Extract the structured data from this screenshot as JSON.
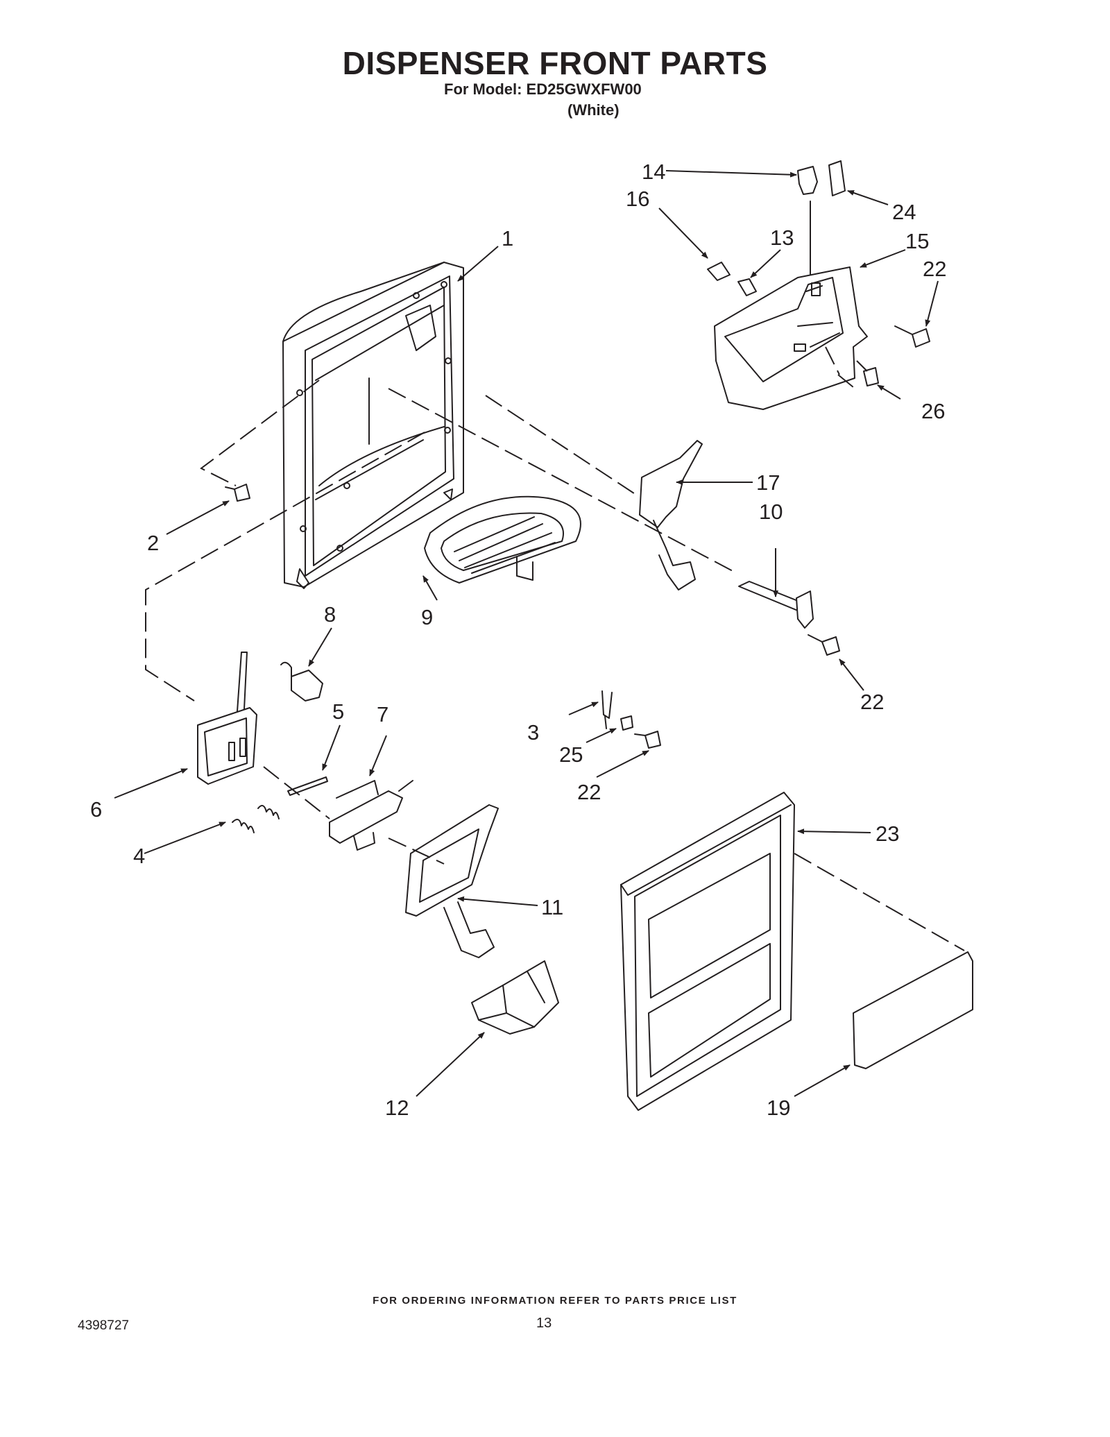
{
  "header": {
    "title": "DISPENSER FRONT PARTS",
    "model_line": "For Model: ED25GWXFW00",
    "color_line": "(White)"
  },
  "callouts": {
    "c1": "1",
    "c2": "2",
    "c3": "3",
    "c4": "4",
    "c5": "5",
    "c6": "6",
    "c7": "7",
    "c8": "8",
    "c9": "9",
    "c10": "10",
    "c11": "11",
    "c12": "12",
    "c13": "13",
    "c14": "14",
    "c15": "15",
    "c16": "16",
    "c17": "17",
    "c19": "19",
    "c22a": "22",
    "c22b": "22",
    "c22c": "22",
    "c23": "23",
    "c24": "24",
    "c25": "25",
    "c26": "26"
  },
  "footer": {
    "ordering_note": "FOR ORDERING INFORMATION REFER TO PARTS PRICE LIST",
    "document_number": "4398727",
    "page_number": "13"
  }
}
